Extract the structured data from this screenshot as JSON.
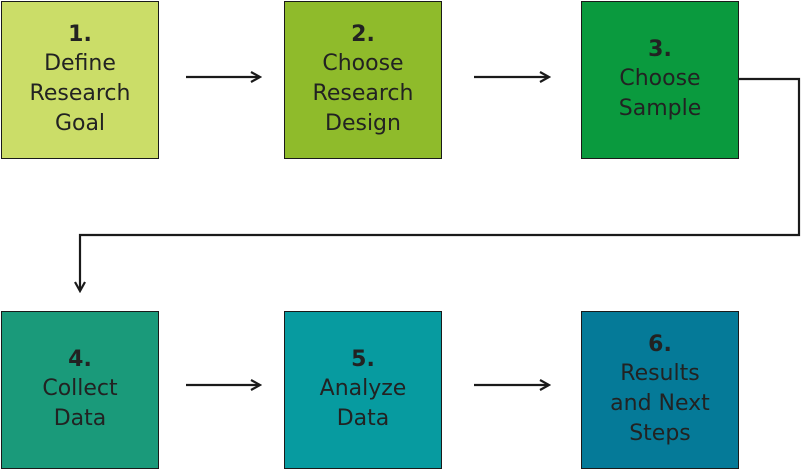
{
  "steps": [
    {
      "number": "1.",
      "label": "Define\nResearch\nGoal",
      "color": "#cbdd68"
    },
    {
      "number": "2.",
      "label": "Choose\nResearch\nDesign",
      "color": "#8fbb2b"
    },
    {
      "number": "3.",
      "label": "Choose\nSample",
      "color": "#0a9a3e"
    },
    {
      "number": "4.",
      "label": "Collect\nData",
      "color": "#1a9a7a"
    },
    {
      "number": "5.",
      "label": "Analyze\nData",
      "color": "#079ba0"
    },
    {
      "number": "6.",
      "label": "Results\nand Next\nSteps",
      "color": "#057a98"
    }
  ],
  "connector_color": "#1a1a1a"
}
